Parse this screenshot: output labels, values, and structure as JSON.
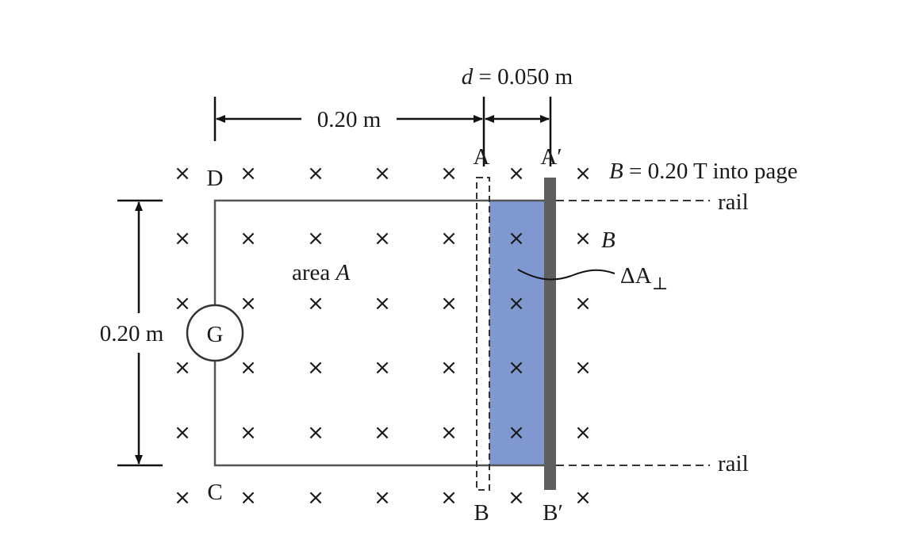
{
  "labels": {
    "d_label": "d",
    "d_value": "= 0.050 m",
    "length_top": "0.20 m",
    "height_left": "0.20 m",
    "point_A": "A",
    "point_A_prime": "A′",
    "point_B": "B",
    "point_B_prime": "B′",
    "point_C": "C",
    "point_D": "D",
    "galvanometer": "G",
    "area_word": "area",
    "area_symbol": "A",
    "field_symbol": "B",
    "field_value": "= 0.20 T into page",
    "field_marker": "B",
    "delta_area": "ΔA",
    "perp": "⊥",
    "rail_top": "rail",
    "rail_bottom": "rail",
    "field_x": "×"
  },
  "colors": {
    "swept_area": "#7f98cf",
    "bar": "#5f5f5f",
    "wire": "#555555"
  }
}
